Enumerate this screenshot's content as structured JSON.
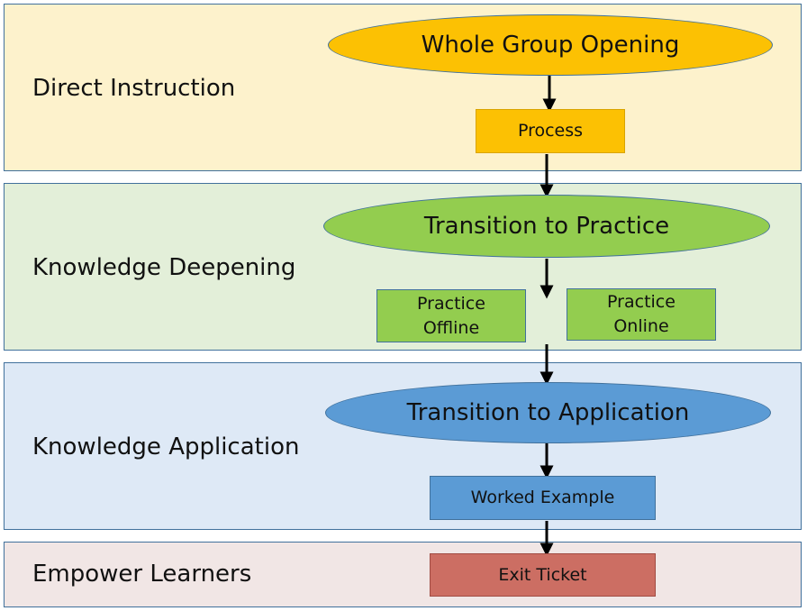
{
  "colors": {
    "band_direct": "#fdf2cc",
    "band_deepening": "#e3efd9",
    "band_application": "#dee9f6",
    "band_empower": "#f1e6e5",
    "gold": "#fcc103",
    "green": "#93cd4f",
    "blue": "#5b9bd5",
    "red": "#cc6e63"
  },
  "bands": {
    "direct": "Direct Instruction",
    "deepening": "Knowledge Deepening",
    "application": "Knowledge Application",
    "empower": "Empower Learners"
  },
  "nodes": {
    "whole_group_opening": "Whole Group Opening",
    "process": "Process",
    "transition_practice": "Transition to Practice",
    "practice_offline": "Practice\nOffline",
    "practice_online": "Practice\nOnline",
    "transition_application": "Transition to Application",
    "worked_example": "Worked Example",
    "exit_ticket": "Exit Ticket"
  }
}
